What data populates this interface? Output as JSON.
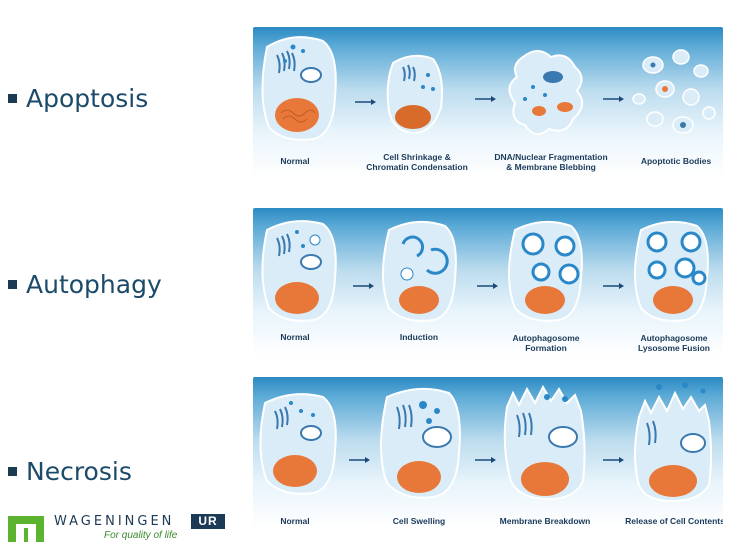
{
  "bullets": {
    "apoptosis": "Apoptosis",
    "autophagy": "Autophagy",
    "necrosis": "Necrosis"
  },
  "panels": {
    "apoptosis": {
      "stage1": "Normal",
      "stage2_line1": "Cell Shrinkage &",
      "stage2_line2": "Chromatin Condensation",
      "stage3_line1": "DNA/Nuclear Fragmentation",
      "stage3_line2": "& Membrane Blebbing",
      "stage4": "Apoptotic Bodies"
    },
    "autophagy": {
      "stage1": "Normal",
      "stage2": "Induction",
      "stage3_line1": "Autophagosome",
      "stage3_line2": "Formation",
      "stage4_line1": "Autophagosome",
      "stage4_line2": "Lysosome Fusion"
    },
    "necrosis": {
      "stage1": "Normal",
      "stage2": "Cell Swelling",
      "stage3": "Membrane Breakdown",
      "stage4": "Release of Cell Contents"
    }
  },
  "colors": {
    "cell_fill": "#d9ecf7",
    "cell_stroke": "#ffffff",
    "nucleus": "#e8783a",
    "organelle": "#3a78b0",
    "vesicle": "#2a88c8",
    "arrow": "#1b4a7a"
  },
  "logo": {
    "wordmark": "WAGENINGEN",
    "badge": "UR",
    "tagline": "For quality of life"
  }
}
